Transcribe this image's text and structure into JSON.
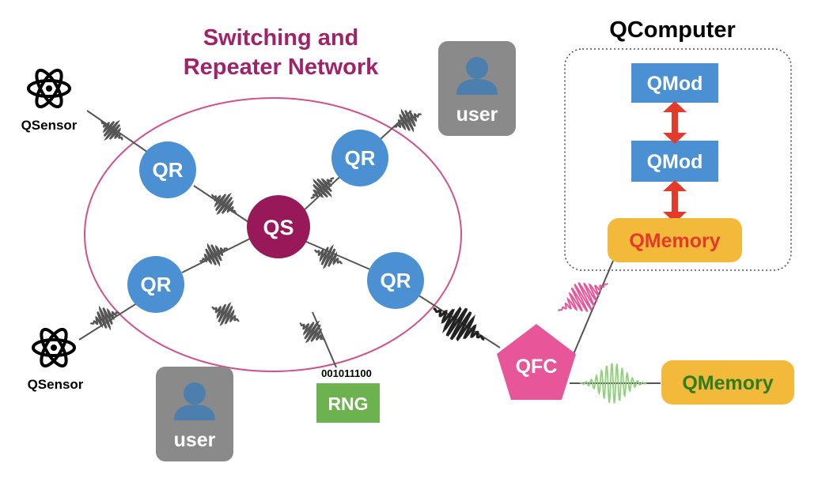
{
  "title": {
    "line1": "Switching and",
    "line2": "Repeater Network"
  },
  "qcomputer": {
    "title": "QComputer",
    "mod1": "QMod",
    "mod2": "QMod",
    "memory": "QMemory"
  },
  "nodes": {
    "qr_top_left": "QR",
    "qr_top_right": "QR",
    "qr_bottom_left": "QR",
    "qr_bottom_right": "QR",
    "qs": "QS",
    "qfc": "QFC"
  },
  "sensors": {
    "top": "QSensor",
    "bottom": "QSensor"
  },
  "users": {
    "top": "user",
    "bottom": "user"
  },
  "rng": {
    "bits": "001011100",
    "label": "RNG"
  },
  "qmemory_external": "QMemory",
  "colors": {
    "qr_blue": "#4a90d2",
    "qs_maroon": "#97195a",
    "qfc_pink": "#e8569a",
    "network_ellipse": "#d1508e",
    "title_magenta": "#a0226a",
    "memory_yellow": "#f2b93b",
    "memory_red_text": "#e33a2a",
    "memory_green_text": "#2f7d1c",
    "arrow_red": "#e33a2a",
    "rng_green": "#6cb24f",
    "user_gray": "#8a8a8a",
    "pulse_dark": "#555555",
    "pulse_pink": "#e8569a",
    "pulse_green": "#8fd07a"
  },
  "icons": [
    "atom-icon",
    "user-avatar-icon",
    "double-arrow-icon"
  ]
}
